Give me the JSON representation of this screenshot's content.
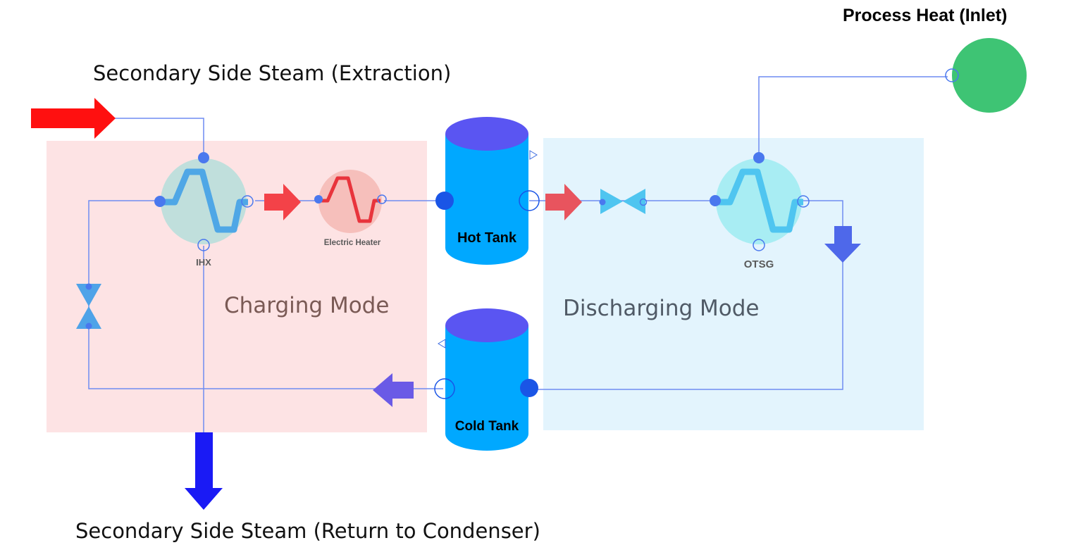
{
  "labels": {
    "extraction": "Secondary Side Steam (Extraction)",
    "return": "Secondary Side Steam (Return to Condenser)",
    "process_heat": "Process Heat (Inlet)",
    "charging_mode": "Charging Mode",
    "discharging_mode": "Discharging Mode",
    "ihx": "IHX",
    "electric_heater": "Electric Heater",
    "otsg": "OTSG",
    "hot_tank": "Hot Tank",
    "cold_tank": "Cold Tank"
  },
  "colors": {
    "charging_zone": "#fde3e4",
    "discharging_zone": "#e3f4fd",
    "line": "#6f8cf2",
    "tank": "#00a8ff",
    "tank_top": "#5a55f2",
    "ihx_fill": "#c0dfdc",
    "heater_fill": "#f6bfbb",
    "otsg_fill": "#a8edf3",
    "process_heat": "#3ec474",
    "hot_arrow": "#f05055",
    "cold_arrow": "#6a5ae6",
    "steam_in_arrow": "#ff1010",
    "steam_out_arrow": "#1a1af5",
    "port": "#4a78ee",
    "tank_port": "#1a55e6"
  }
}
